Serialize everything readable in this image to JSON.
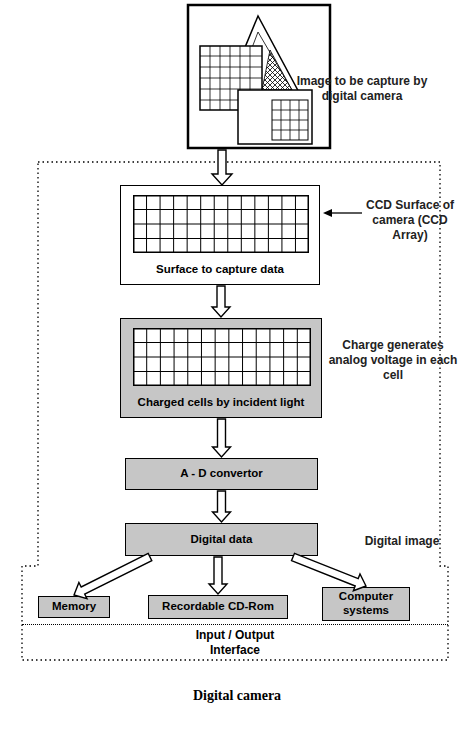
{
  "diagram": {
    "caption": "Digital camera",
    "nodes": [
      {
        "text": [
          "Surface to capture data"
        ]
      },
      {
        "text": [
          "Charged cells by incident light"
        ]
      },
      {
        "text": [
          "A - D convertor"
        ]
      },
      {
        "text": [
          "Digital data"
        ]
      },
      {
        "text": [
          "Memory"
        ]
      },
      {
        "text": [
          "Recordable CD-Rom"
        ]
      },
      {
        "text": [
          "Computer systems"
        ]
      },
      {
        "text": [
          "Input / Output Interface"
        ]
      }
    ],
    "edges": [
      {
        "from": 0,
        "to": 1,
        "arrow": "to"
      },
      {
        "from": 1,
        "to": 2,
        "arrow": "to"
      },
      {
        "from": 2,
        "to": 3,
        "arrow": "to"
      },
      {
        "from": 3,
        "to": 4,
        "arrow": "to"
      },
      {
        "from": 3,
        "to": 5,
        "arrow": "to"
      },
      {
        "from": 3,
        "to": 6,
        "arrow": "to"
      }
    ],
    "labels": [
      "Image to be capture by digital camera",
      "CCD Surface of camera (CCD Array)",
      "Charge generates analog voltage in each cell",
      "Digital image"
    ]
  }
}
